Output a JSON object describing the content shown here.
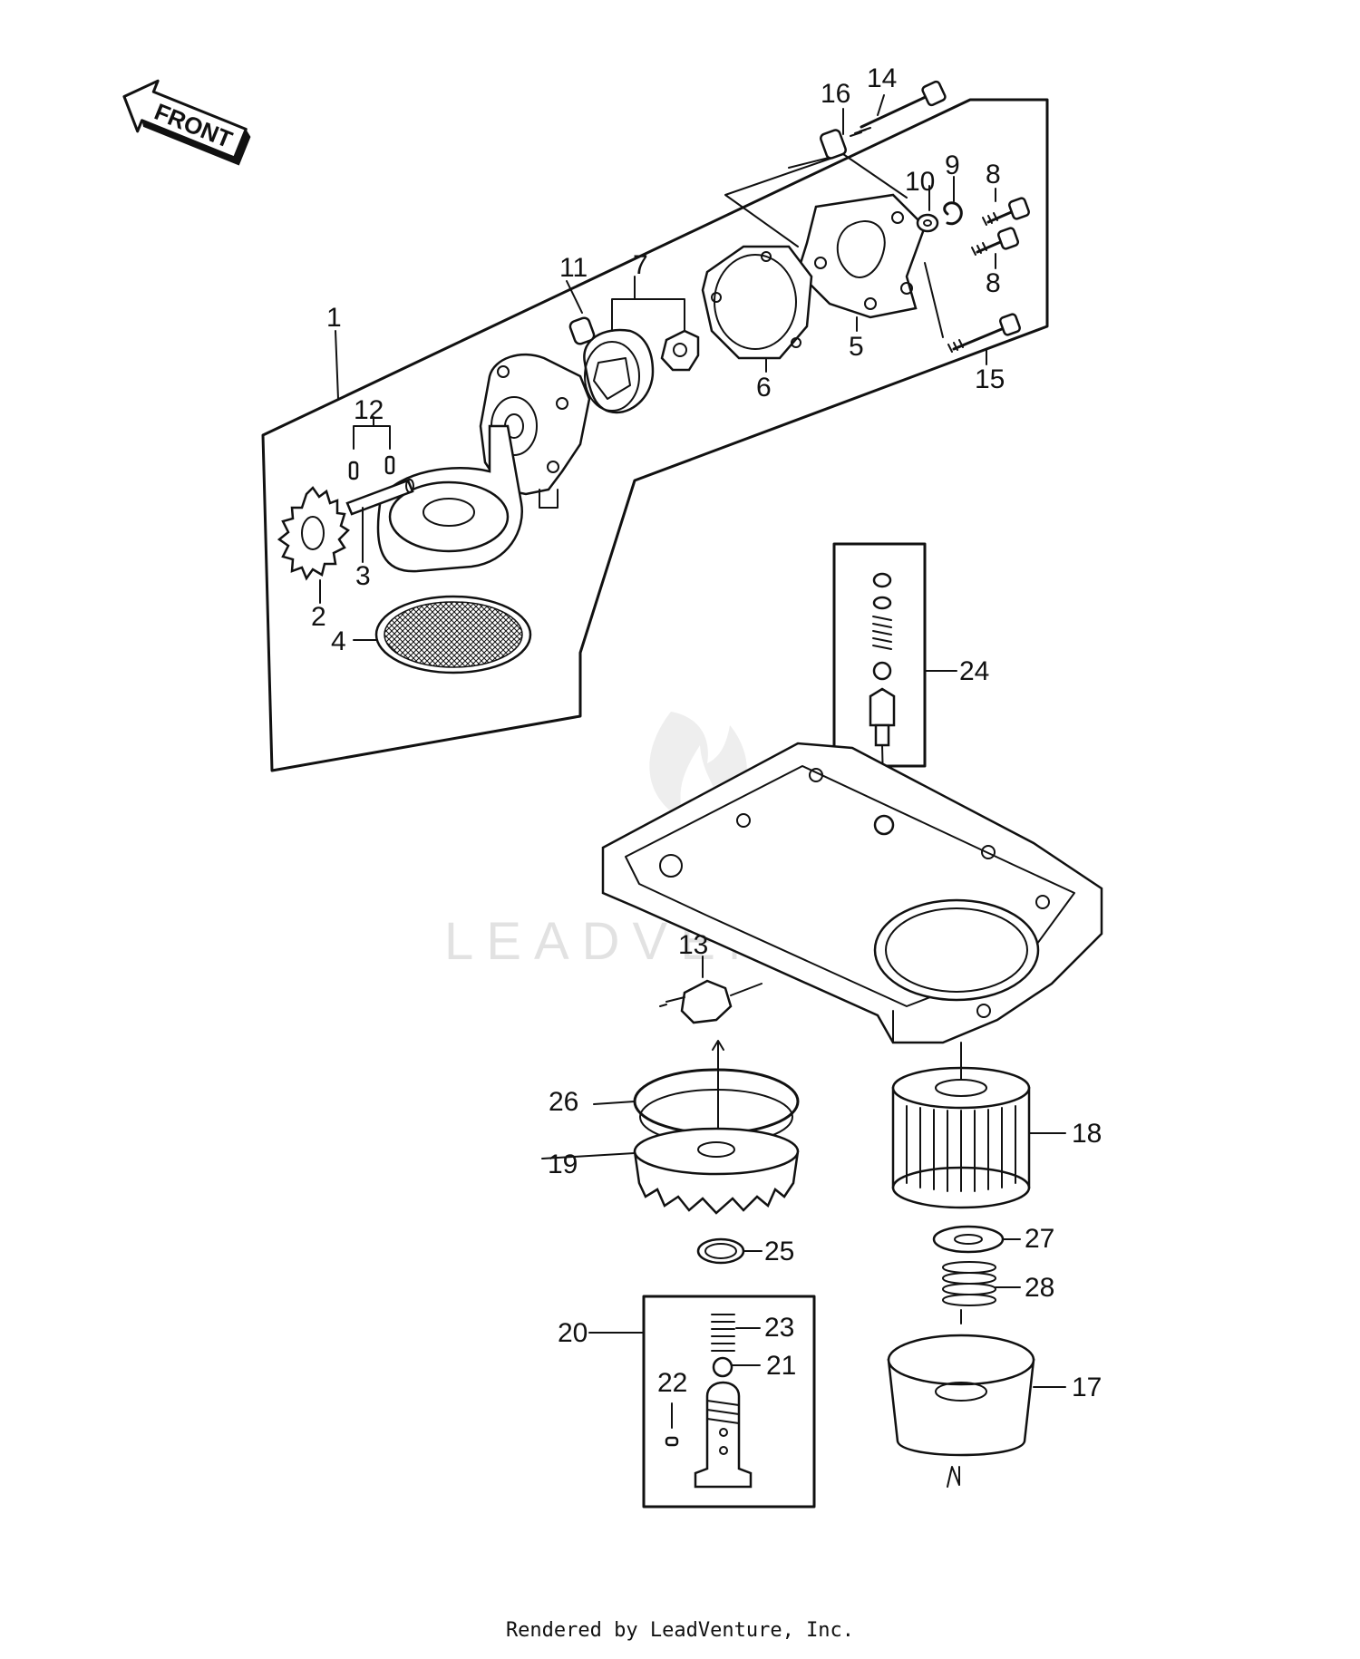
{
  "front_badge": "FRONT",
  "watermark": "LEADVENTURE",
  "footer": "Rendered by LeadVenture, Inc.",
  "callouts": [
    "1",
    "2",
    "3",
    "4",
    "5",
    "6",
    "7",
    "8",
    "8",
    "9",
    "10",
    "11",
    "12",
    "13",
    "14",
    "15",
    "16",
    "17",
    "18",
    "19",
    "20",
    "21",
    "22",
    "23",
    "24",
    "25",
    "26",
    "27",
    "28"
  ]
}
